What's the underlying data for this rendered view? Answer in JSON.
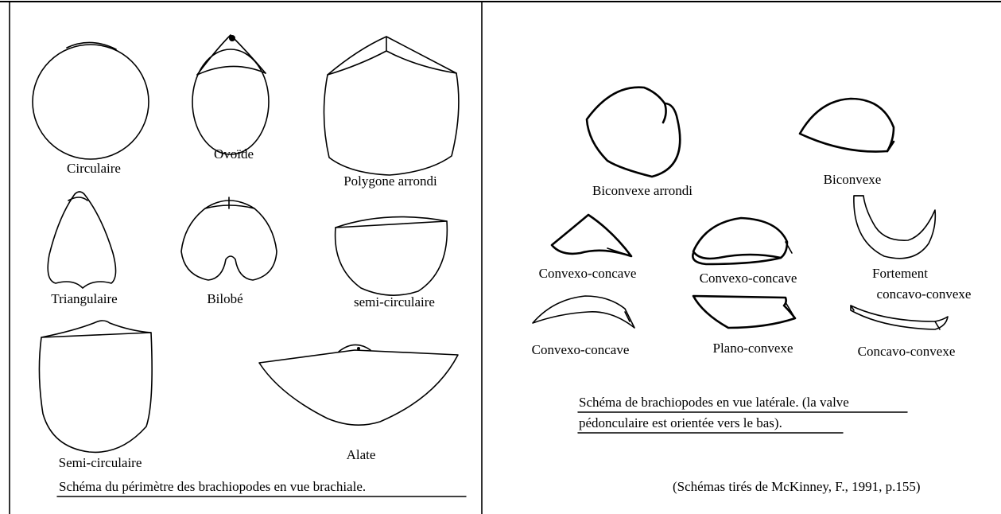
{
  "left_panel": {
    "labels": {
      "circulaire": "Circulaire",
      "ovoide": "Ovoïde",
      "polygone": "Polygone arrondi",
      "triangulaire": "Triangulaire",
      "bilobe": "Bilobé",
      "semi_circ_lower": "semi-circulaire",
      "semi_circ_upper": "Semi-circulaire",
      "alate": "Alate"
    },
    "caption": "Schéma du périmètre des brachiopodes en vue brachiale."
  },
  "right_panel": {
    "labels": {
      "biconvexe_arrondi": "Biconvexe arrondi",
      "biconvexe": "Biconvexe",
      "convexo_concave_1": "Convexo-concave",
      "convexo_concave_2": "Convexo-concave",
      "fortement_line1": "Fortement",
      "fortement_line2": "concavo-convexe",
      "convexo_concave_3": "Convexo-concave",
      "plano_convexe": "Plano-convexe",
      "concavo_convexe": "Concavo-convexe"
    },
    "caption_line1": "Schéma de brachiopodes en vue latérale. (la valve",
    "caption_line2": "pédonculaire est orientée vers le bas).",
    "source": "(Schémas tirés de McKinney, F., 1991, p.155)"
  }
}
